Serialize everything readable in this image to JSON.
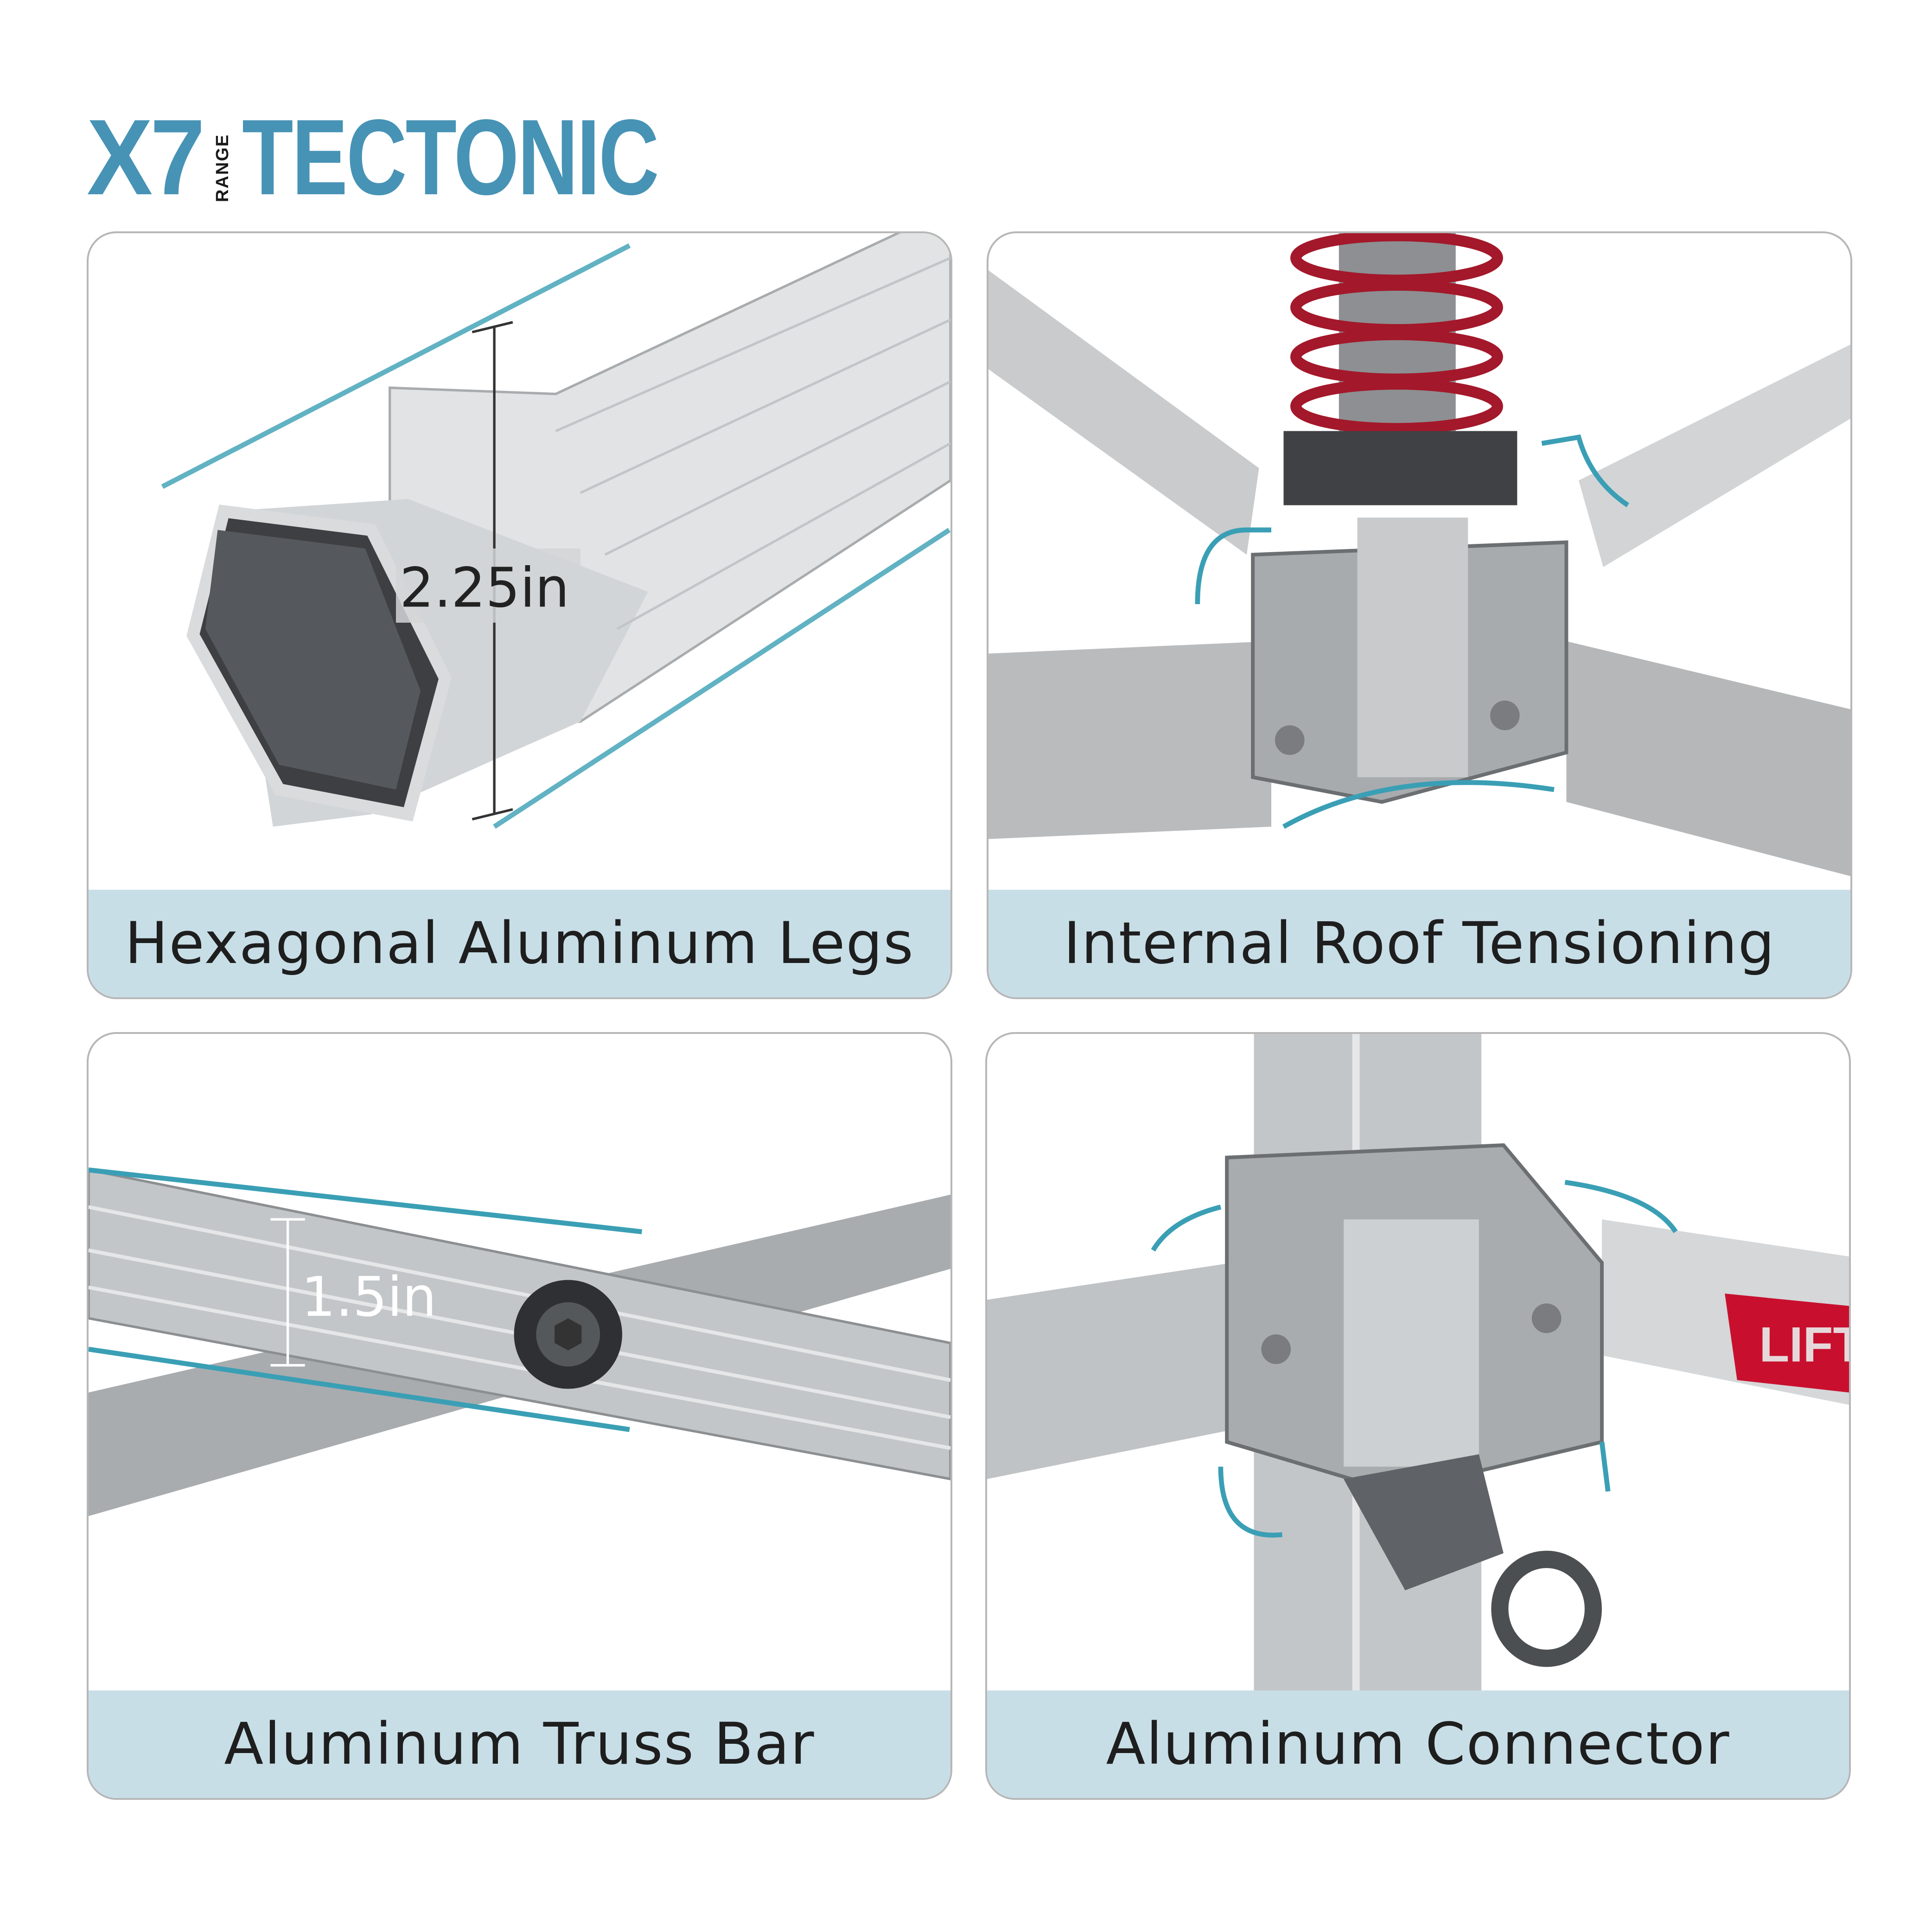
{
  "logo": {
    "model": "X7",
    "range_label": "RANGE",
    "brand": "TECTONIC",
    "color": "#4793b5"
  },
  "panels": [
    {
      "caption": "Hexagonal Aluminum Legs",
      "measurement": "2.25in"
    },
    {
      "caption": "Internal Roof Tensioning"
    },
    {
      "caption": "Aluminum Truss Bar",
      "measurement": "1.5in"
    },
    {
      "caption": "Aluminum Connector",
      "label_text": "LIFT"
    }
  ],
  "colors": {
    "caption_band": "#c8dee7",
    "accent_line": "#3a9fb5",
    "spring": "#a3182a",
    "label_red": "#c8102e"
  }
}
